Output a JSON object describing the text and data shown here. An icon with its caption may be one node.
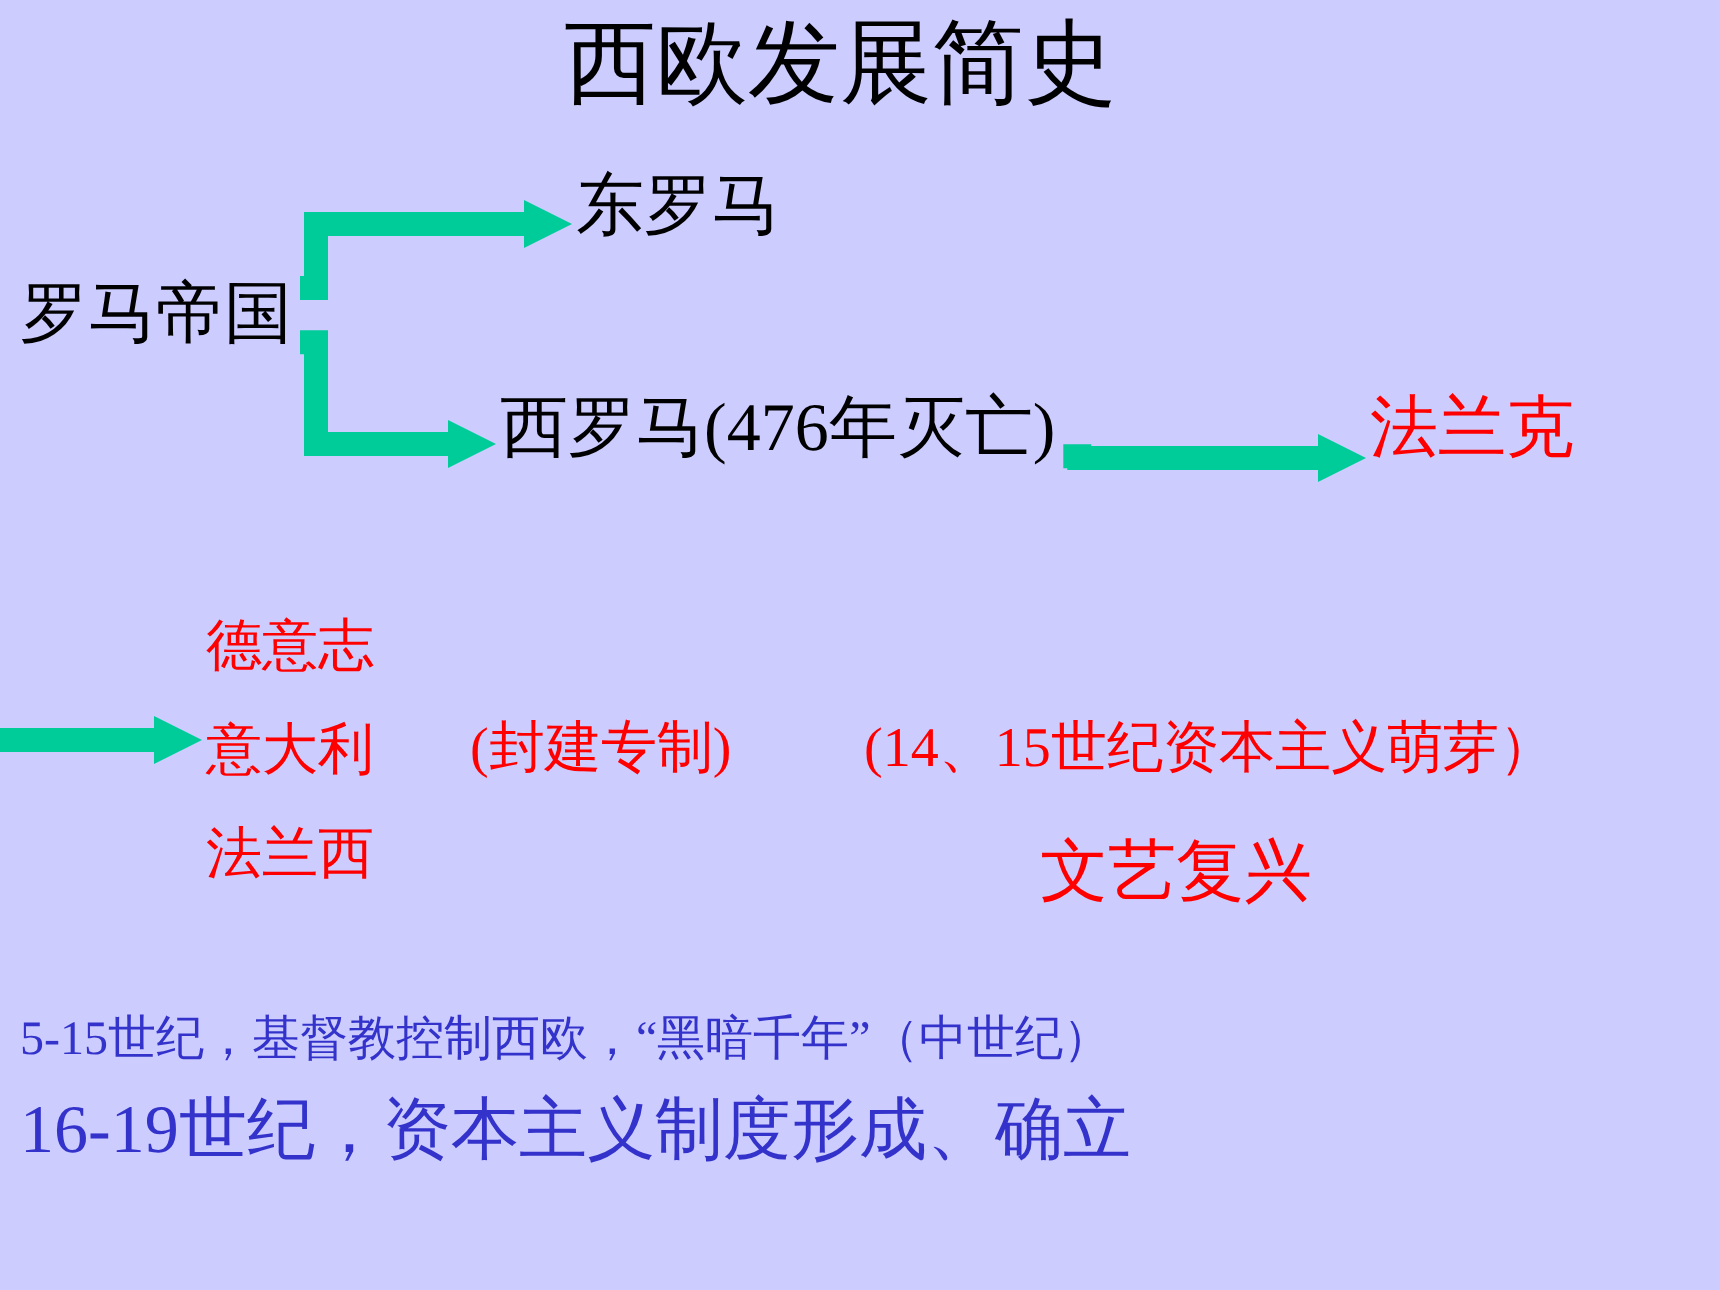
{
  "diagram": {
    "title": "西欧发展简史",
    "nodes": [
      {
        "text": [
          "罗马帝国"
        ]
      },
      {
        "text": [
          "东罗马"
        ]
      },
      {
        "text": [
          "西罗马(476年灭亡)"
        ]
      },
      {
        "text": [
          "法兰克"
        ]
      },
      {
        "text": [
          "德意志",
          "意大利",
          "法兰西"
        ]
      }
    ],
    "edges": [
      {
        "from": 0,
        "to": 1,
        "arrow": "to"
      },
      {
        "from": 0,
        "to": 2,
        "arrow": "to"
      },
      {
        "from": 2,
        "to": 3,
        "arrow": "to"
      },
      {
        "from": null,
        "to": 4,
        "arrow": "to"
      }
    ],
    "labels": [
      "(封建专制)",
      "(14、15世纪资本主义萌芽）",
      "文艺复兴",
      "5-15世纪，基督教控制西欧，“黑暗千年”（中世纪）",
      "16-19世纪，资本主义制度形成、确立"
    ]
  }
}
